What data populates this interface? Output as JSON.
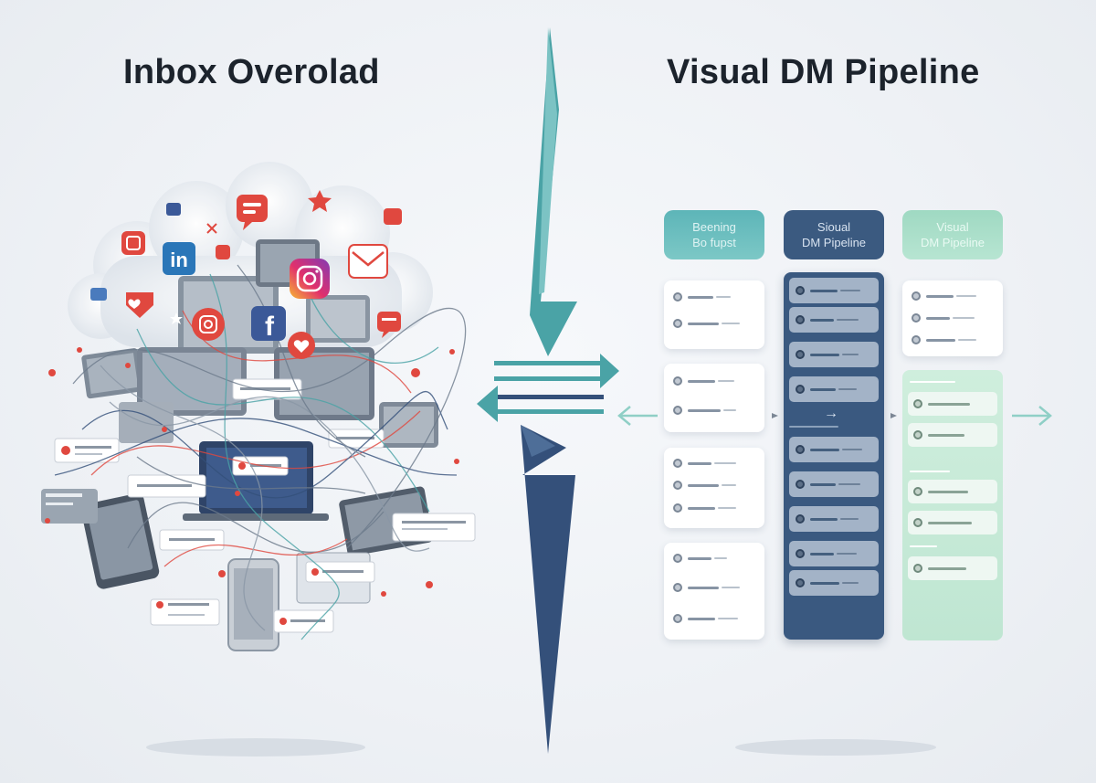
{
  "titles": {
    "left": "Inbox Overolad",
    "right": "Visual DM Pipeline"
  },
  "pipeline": {
    "columns": [
      {
        "line1": "Beening",
        "line2": "Bo fupst",
        "color": "#6cbfbf"
      },
      {
        "line1": "Sioual",
        "line2": "DM Pipeline",
        "color": "#3b5a80"
      },
      {
        "line1": "Visual",
        "line2": "DM Pipeline",
        "color": "#aee0cb"
      }
    ]
  },
  "colors": {
    "teal": "#4aa3a6",
    "navy": "#34507a",
    "mint": "#9fd6c0",
    "alert_red": "#e0483f",
    "facebook": "#3b5998",
    "linkedin": "#2a76b8",
    "instagram": "#c13584"
  },
  "icons": [
    "linkedin-icon",
    "facebook-icon",
    "instagram-icon",
    "mail-icon",
    "chat-bubble-icon",
    "heart-icon",
    "star-icon",
    "notification-icon",
    "device-icon",
    "arrow-right-icon",
    "arrow-left-icon"
  ]
}
